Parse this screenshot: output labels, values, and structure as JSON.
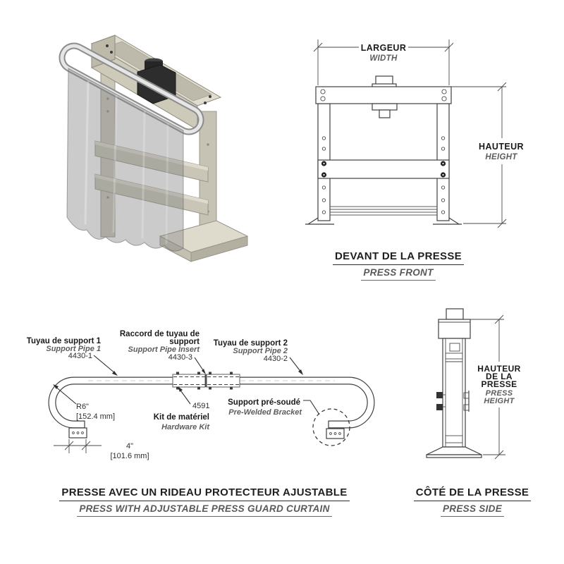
{
  "front_view": {
    "width_label_fr": "LARGEUR",
    "width_label_en": "WIDTH",
    "height_label_fr": "HAUTEUR",
    "height_label_en": "HEIGHT",
    "caption_fr": "DEVANT DE LA PRESSE",
    "caption_en": "PRESS FRONT"
  },
  "side_view": {
    "height_label_fr1": "HAUTEUR",
    "height_label_fr2": "DE LA",
    "height_label_fr3": "PRESSE",
    "height_label_en1": "PRESS",
    "height_label_en2": "HEIGHT",
    "caption_fr": "CÔTÉ DE LA PRESSE",
    "caption_en": "PRESS SIDE"
  },
  "pipe_view": {
    "pipe1_fr": "Tuyau de support 1",
    "pipe1_en": "Support Pipe 1",
    "pipe1_part": "4430-1",
    "insert_fr_line1": "Raccord de tuyau de",
    "insert_fr_line2": "support",
    "insert_en": "Support Pipe Insert",
    "insert_part": "4430-3",
    "pipe2_fr": "Tuyau de support 2",
    "pipe2_en": "Support Pipe 2",
    "pipe2_part": "4430-2",
    "hardware_part": "4591",
    "hardware_fr": "Kit de matériel",
    "hardware_en": "Hardware Kit",
    "bracket_fr": "Support pré-soudé",
    "bracket_en": "Pre-Welded Bracket",
    "radius_dim": "R6\"",
    "radius_dim_mm": "[152.4 mm]",
    "width_dim": "4\"",
    "width_dim_mm": "[101.6 mm]",
    "caption_fr": "PRESSE AVEC UN RIDEAU PROTECTEUR AJUSTABLE",
    "caption_en": "PRESS WITH ADJUSTABLE PRESS GUARD CURTAIN"
  },
  "colors": {
    "line": "#3f3f3f",
    "frame_top": "#e0ddd0",
    "frame_front": "#cdcaba",
    "frame_side": "#bdbaaa",
    "pump_black": "#2d2d2d",
    "tube_gray": "#8c8c8c",
    "curtain_gray": "rgba(130,130,130,0.42)"
  }
}
